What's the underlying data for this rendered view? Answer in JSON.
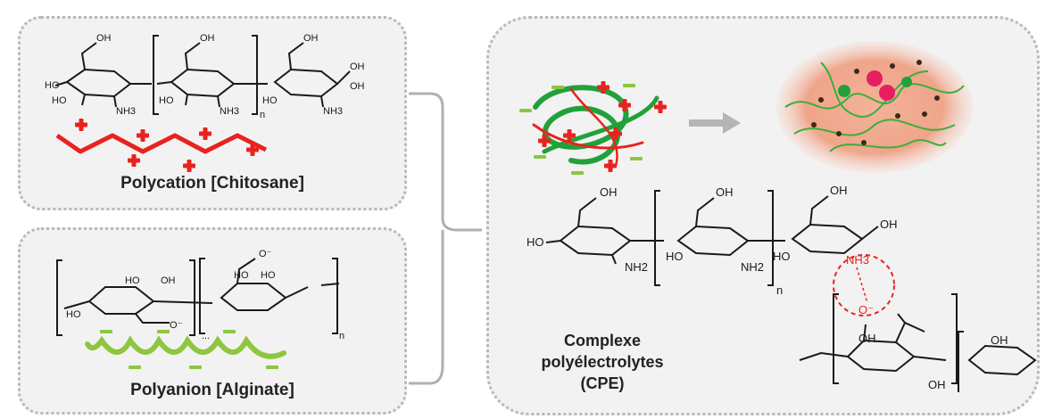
{
  "labels": {
    "polycation": "Polycation [Chitosane]",
    "polyanion": "Polyanion [Alginate]",
    "complex_line1": "Complexe",
    "complex_line2": "polyélectrolytes",
    "complex_line3": "(CPE)"
  },
  "chem": {
    "oh": "OH",
    "ho": "HO",
    "nh2": "NH2",
    "nh3": "NH3",
    "n": "n",
    "o_minus": "O⁻",
    "ellipsis": "..."
  },
  "colors": {
    "cation": "#e8231f",
    "anion": "#8dc63f",
    "complex_green": "#23a03a",
    "bond": "#1a1a1a",
    "arrow": "#b5b5b5",
    "interaction": "#e8231f"
  },
  "icons": {
    "plus": "plus-icon",
    "minus": "minus-icon",
    "arrow": "arrow-right-icon"
  }
}
